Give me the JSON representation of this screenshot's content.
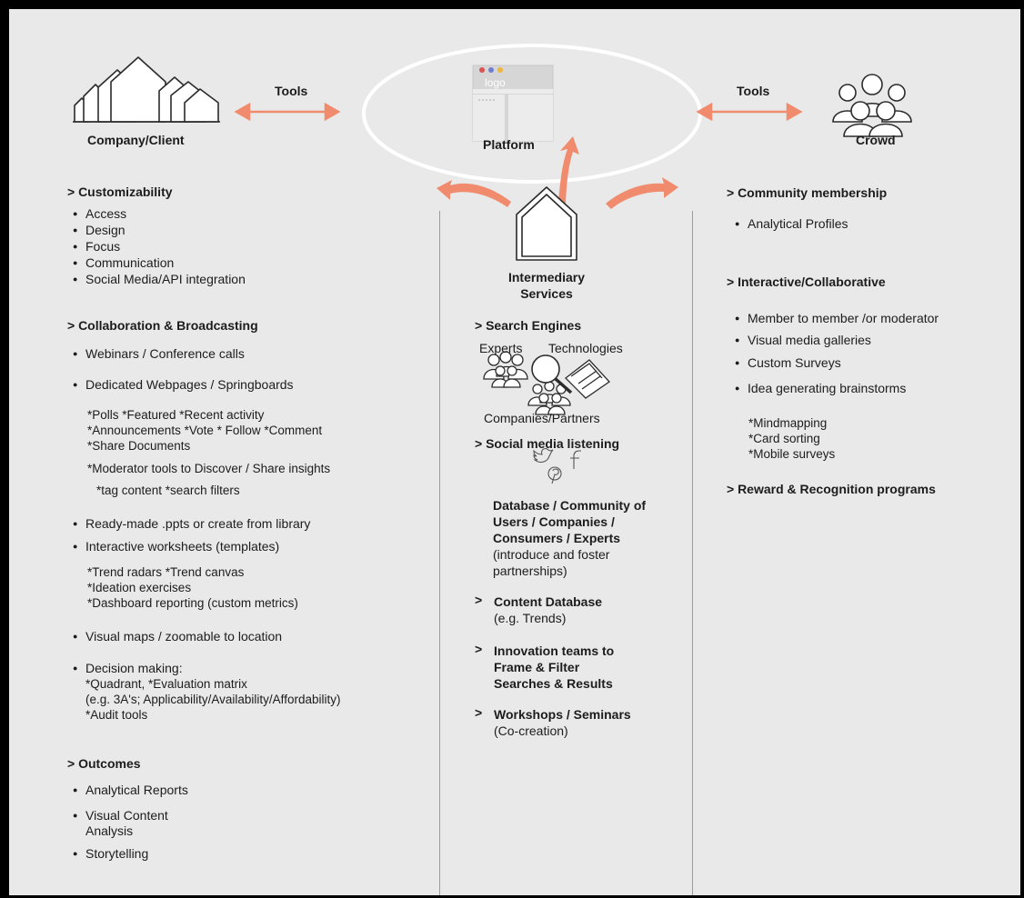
{
  "top": {
    "company_label": "Company/Client",
    "platform_label": "Platform",
    "platform_logo": "logo",
    "crowd_label": "Crowd",
    "tools_left": "Tools",
    "tools_right": "Tools",
    "intermediary_line1": "Intermediary",
    "intermediary_line2": "Services",
    "accent_color": "#f08b6e"
  },
  "left": {
    "customizability": {
      "heading": "> Customizability",
      "items": [
        "Access",
        "Design",
        "Focus",
        "Communication",
        "Social Media/API integration"
      ]
    },
    "collab": {
      "heading": "> Collaboration & Broadcasting",
      "webinars": "Webinars / Conference calls",
      "dedicated": "Dedicated Webpages / Springboards",
      "sub1": [
        "*Polls *Featured *Recent activity",
        "*Announcements *Vote * Follow *Comment",
        "*Share Documents"
      ],
      "moderator": "*Moderator tools to Discover / Share insights",
      "tag": "*tag content *search filters",
      "readymade": "Ready-made .ppts or create from library",
      "worksheets": "Interactive worksheets (templates)",
      "sub2": [
        "*Trend radars *Trend canvas",
        "*Ideation exercises",
        "*Dashboard reporting (custom metrics)"
      ],
      "visualmaps": "Visual maps / zoomable to location",
      "decision": "Decision making:",
      "sub3": [
        "*Quadrant, *Evaluation matrix",
        "(e.g. 3A's; Applicability/Availability/Affordability)",
        "*Audit tools"
      ]
    },
    "outcomes": {
      "heading": "> Outcomes",
      "analytical": "Analytical Reports",
      "visual1": "Visual Content",
      "visual2": "Analysis",
      "story": "Storytelling"
    }
  },
  "middle": {
    "search_heading": "> Search Engines",
    "experts": "Experts",
    "technologies": "Technologies",
    "companies": "Companies/Partners",
    "social_heading": "> Social media listening",
    "database_lines": [
      "Database / Community of",
      "Users / Companies /",
      "Consumers / Experts"
    ],
    "database_sub": [
      "(introduce and foster",
      "partnerships)"
    ],
    "content_heading": "Content Database",
    "content_sub": "(e.g. Trends)",
    "innovation_lines": [
      "Innovation teams to",
      "Frame & Filter",
      "Searches & Results"
    ],
    "workshops_heading": "Workshops / Seminars",
    "workshops_sub": "(Co-creation)",
    "gt": ">"
  },
  "right": {
    "community_heading": "> Community membership",
    "community_item": "Analytical Profiles",
    "interactive_heading": "> Interactive/Collaborative",
    "interactive_items": [
      "Member to member /or moderator",
      "Visual media galleries",
      "Custom Surveys",
      "Idea generating brainstorms"
    ],
    "interactive_sub": [
      "*Mindmapping",
      "*Card sorting",
      "*Mobile surveys"
    ],
    "reward_heading": "> Reward & Recognition programs"
  }
}
